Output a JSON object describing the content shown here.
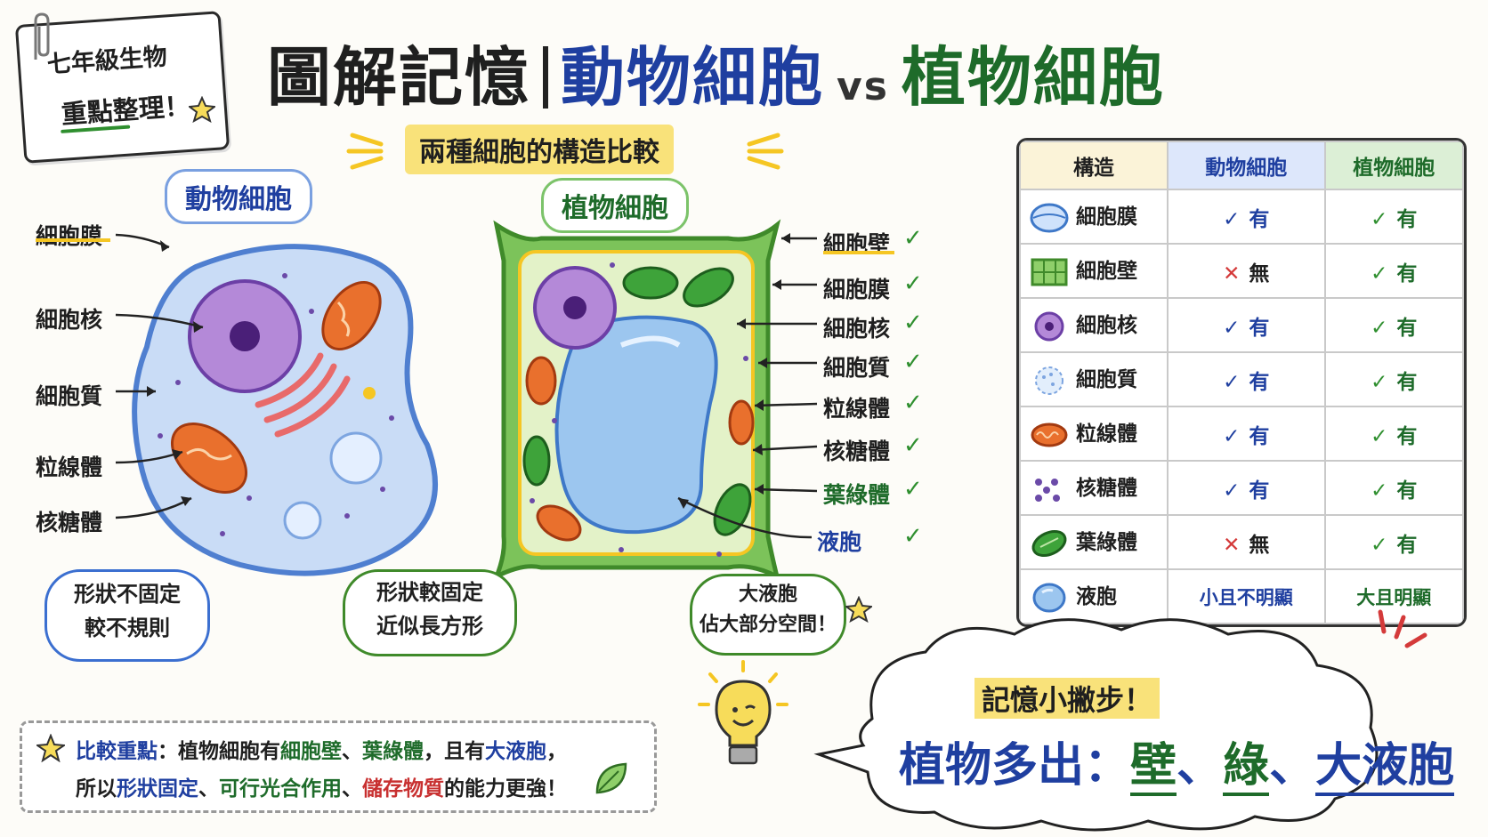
{
  "note": {
    "line1": "七年級生物",
    "line2": "重點整理！"
  },
  "title": {
    "part1": "圖解記憶",
    "part2": "動物細胞",
    "vs": "vs",
    "part3": "植物細胞"
  },
  "subtitle": "兩種細胞的構造比較",
  "animal": {
    "heading": "動物細胞",
    "labels": [
      "細胞膜",
      "細胞核",
      "細胞質",
      "粒線體",
      "核糖體"
    ],
    "bubble": [
      "形狀不固定",
      "較不規則"
    ]
  },
  "plant": {
    "heading": "植物細胞",
    "labels": [
      "細胞壁",
      "細胞膜",
      "細胞核",
      "細胞質",
      "粒線體",
      "核糖體",
      "葉綠體",
      "液胞"
    ],
    "bubble_left": [
      "形狀較固定",
      "近似長方形"
    ],
    "bubble_right": [
      "大液胞",
      "佔大部分空間！"
    ]
  },
  "table": {
    "headers": [
      "構造",
      "動物細胞",
      "植物細胞"
    ],
    "rows": [
      {
        "name": "細胞膜",
        "animal": "有",
        "plant": "有",
        "a_ok": true
      },
      {
        "name": "細胞壁",
        "animal": "無",
        "plant": "有",
        "a_ok": false
      },
      {
        "name": "細胞核",
        "animal": "有",
        "plant": "有",
        "a_ok": true
      },
      {
        "name": "細胞質",
        "animal": "有",
        "plant": "有",
        "a_ok": true
      },
      {
        "name": "粒線體",
        "animal": "有",
        "plant": "有",
        "a_ok": true
      },
      {
        "name": "核糖體",
        "animal": "有",
        "plant": "有",
        "a_ok": true
      },
      {
        "name": "葉綠體",
        "animal": "無",
        "plant": "有",
        "a_ok": false
      },
      {
        "name": "液胞",
        "animal": "小且不明顯",
        "plant": "大且明顯",
        "a_ok": null
      }
    ]
  },
  "tip": {
    "l1_a": "比較重點",
    "l1_b": "：植物細胞有",
    "l1_c": "細胞壁",
    "l1_d": "、",
    "l1_e": "葉綠體",
    "l1_f": "，且有",
    "l1_g": "大液胞",
    "l1_h": "，",
    "l2_a": "所以",
    "l2_b": "形狀固定",
    "l2_c": "、",
    "l2_d": "可行光合作用",
    "l2_e": "、",
    "l2_f": "儲存物質",
    "l2_g": "的能力更強！"
  },
  "memo": {
    "title": "記憶小撇步！",
    "m1": "植物多出：",
    "m2": "壁",
    "m3": "、",
    "m4": "綠",
    "m5": "、",
    "m6": "大液胞"
  },
  "colors": {
    "animal": "#1f3fa0",
    "plant": "#1e6b2a",
    "highlight": "#f9e27a",
    "no": "#d43a3a"
  }
}
